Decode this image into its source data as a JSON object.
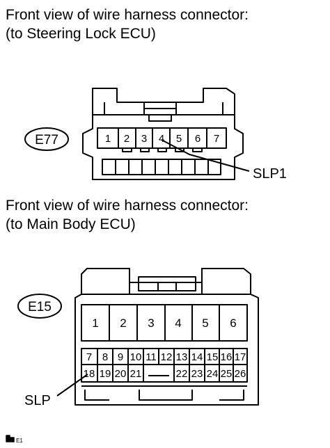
{
  "figure_code": "E1",
  "connectors": [
    {
      "caption": [
        "Front view of wire harness connector:",
        "(to Steering Lock ECU)"
      ],
      "code": "E77",
      "pins": [
        "1",
        "2",
        "3",
        "4",
        "5",
        "6",
        "7"
      ],
      "callout": "SLP1"
    },
    {
      "caption": [
        "Front view of wire harness connector:",
        "(to Main Body ECU)"
      ],
      "code": "E15",
      "pins_large": [
        "1",
        "2",
        "3",
        "4",
        "5",
        "6"
      ],
      "pins_row1": [
        "7",
        "8",
        "9",
        "10",
        "11",
        "12",
        "13",
        "14",
        "15",
        "16",
        "17"
      ],
      "pins_row2": [
        "18",
        "19",
        "20",
        "21",
        "22",
        "23",
        "24",
        "25",
        "26"
      ],
      "callout": "SLP"
    }
  ]
}
